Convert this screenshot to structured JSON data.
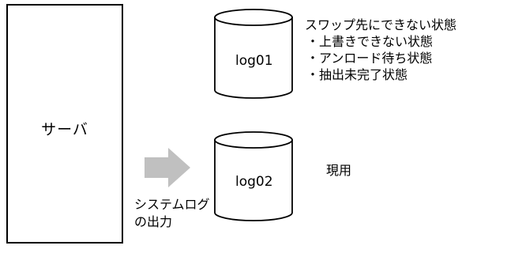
{
  "server": {
    "label": "サーバ"
  },
  "arrow": {
    "caption": "システムログの出力",
    "color": "#c0c0c0"
  },
  "log01": {
    "label": "log01",
    "status_title": "スワップ先にできない状態",
    "conditions": [
      "・上書きできない状態",
      "・アンロード待ち状態",
      "・抽出未完了状態"
    ]
  },
  "log02": {
    "label": "log02",
    "status": "現用"
  }
}
